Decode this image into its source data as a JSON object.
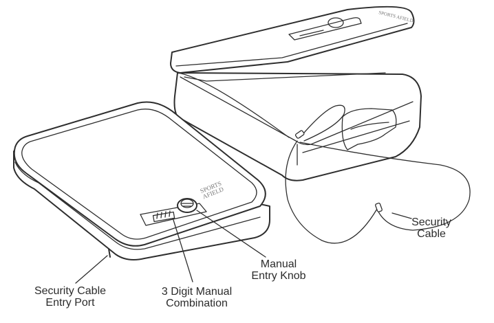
{
  "labels": {
    "security_cable": [
      "Security",
      "Cable"
    ],
    "manual_entry_knob": [
      "Manual",
      "Entry Knob"
    ],
    "security_cable_port": [
      "Security Cable",
      "Entry Port"
    ],
    "digit_combination": [
      "3 Digit Manual",
      "Combination"
    ]
  },
  "logo_text": [
    "SPORTS",
    "AFIELD"
  ],
  "colors": {
    "line": "#2e2e2e",
    "text": "#2b2b2b",
    "background": "#ffffff"
  }
}
